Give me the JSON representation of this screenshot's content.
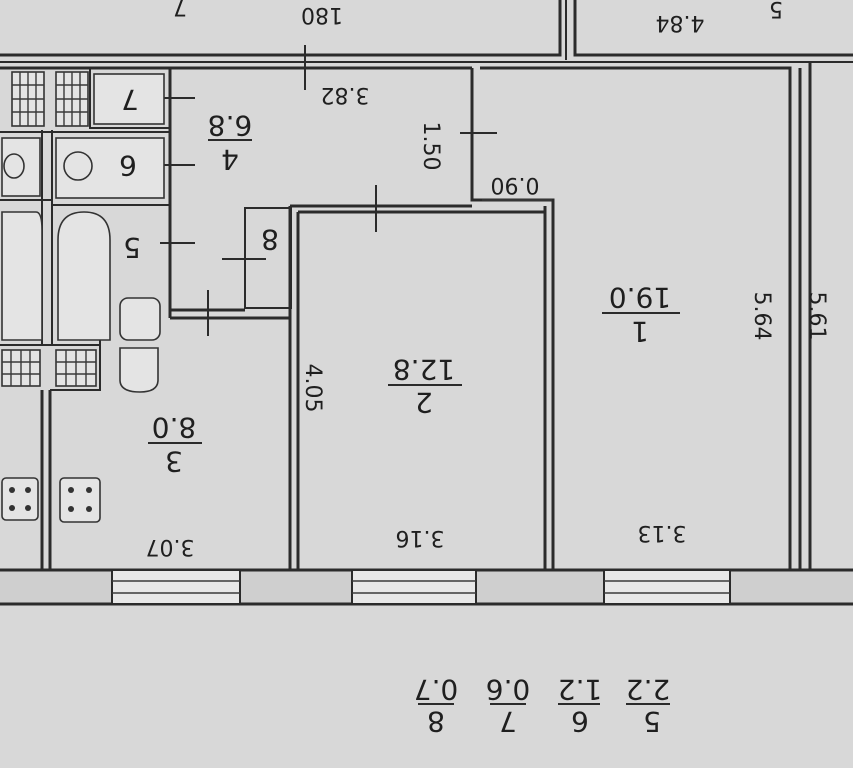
{
  "plan": {
    "top_marks": {
      "t180": "180",
      "t484": "4.84",
      "r7": "7",
      "r5": "5"
    },
    "rooms": [
      {
        "id": "r1",
        "number": "1",
        "area": "19.0"
      },
      {
        "id": "r2",
        "number": "2",
        "area": "12.8"
      },
      {
        "id": "r3",
        "number": "3",
        "area": "8.0"
      },
      {
        "id": "r4",
        "number": "4",
        "area": "6.8"
      },
      {
        "id": "r5",
        "number": "5"
      },
      {
        "id": "r6",
        "number": "6"
      },
      {
        "id": "r7",
        "number": "7"
      },
      {
        "id": "r8",
        "number": "8"
      }
    ],
    "dimensions": {
      "d382": "3.82",
      "d150": "1.50",
      "d090": "0.90",
      "d564": "5.64",
      "d561": "5.61",
      "d405": "4.05",
      "d307": "3.07",
      "d316": "3.16",
      "d313": "3.13"
    },
    "area_table": [
      {
        "number": "5",
        "area": "2.2"
      },
      {
        "number": "6",
        "area": "1.2"
      },
      {
        "number": "7",
        "area": "0.6"
      },
      {
        "number": "8",
        "area": "0.7"
      }
    ]
  }
}
